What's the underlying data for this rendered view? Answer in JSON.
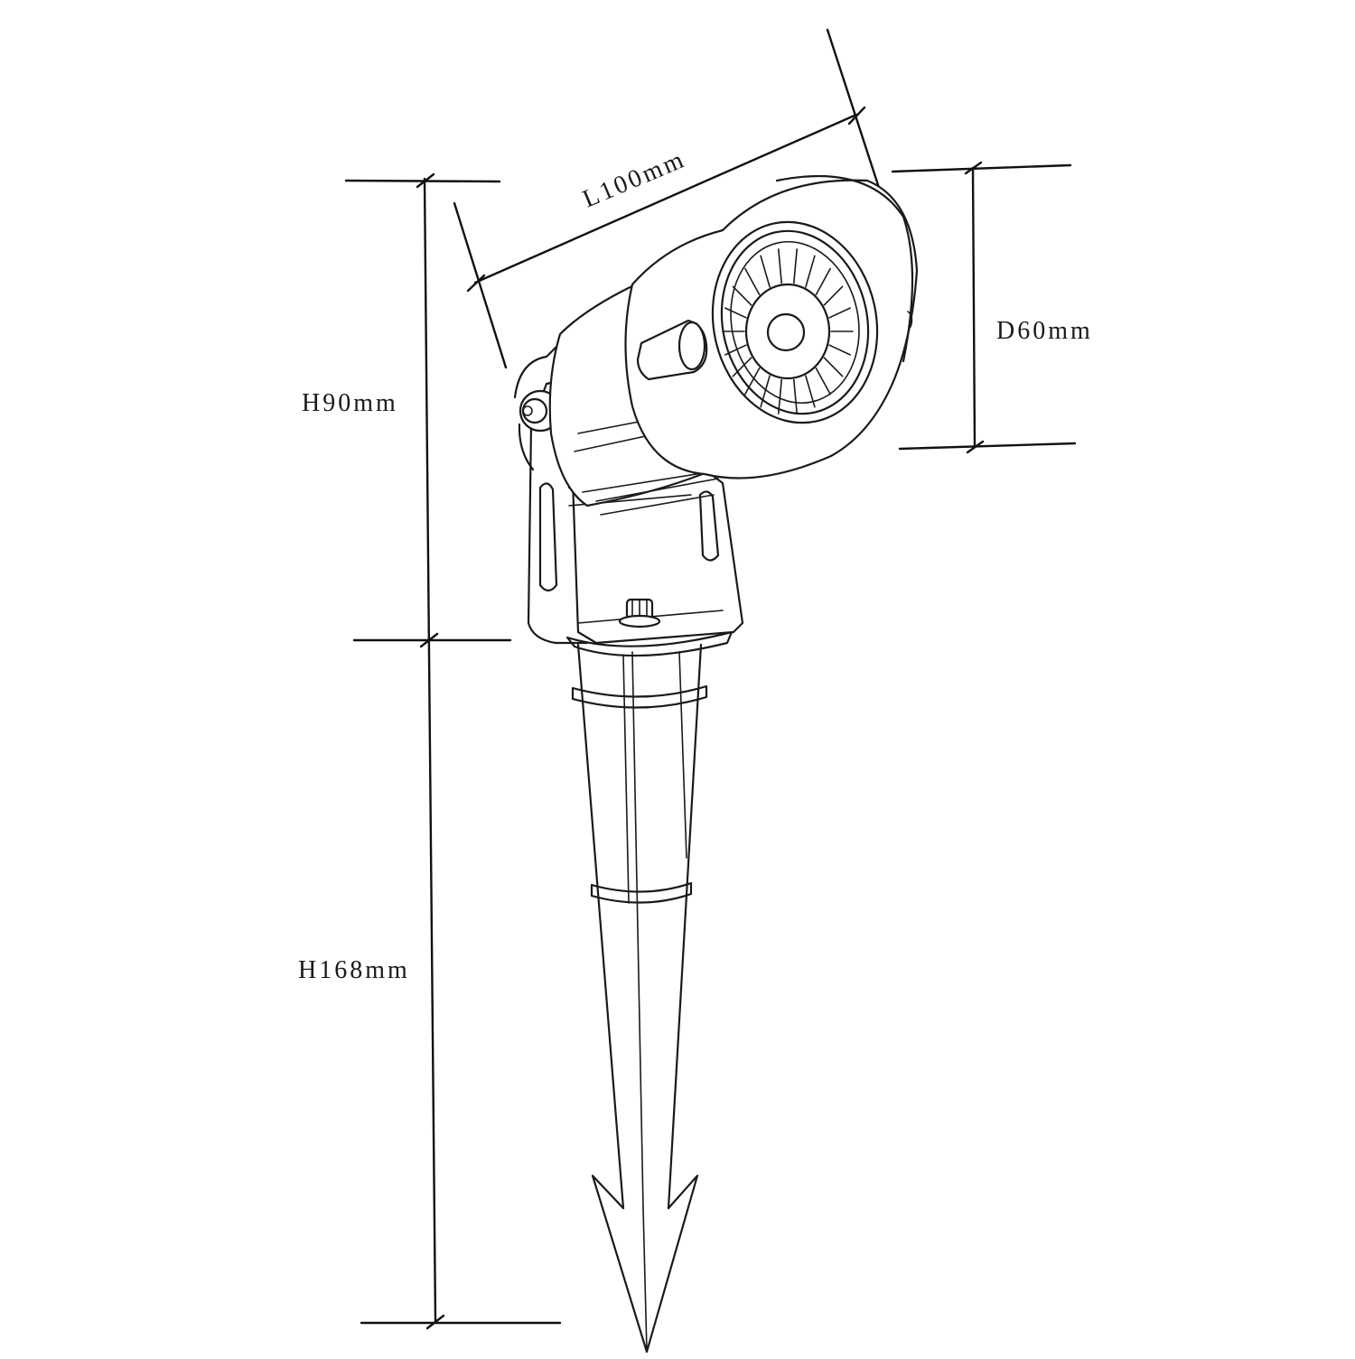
{
  "dimensions": {
    "length": "L100mm",
    "diameter": "D60mm",
    "head_height": "H90mm",
    "spike_height": "H168mm"
  },
  "colors": {
    "line": "#1a1a1a",
    "background": "#ffffff"
  }
}
